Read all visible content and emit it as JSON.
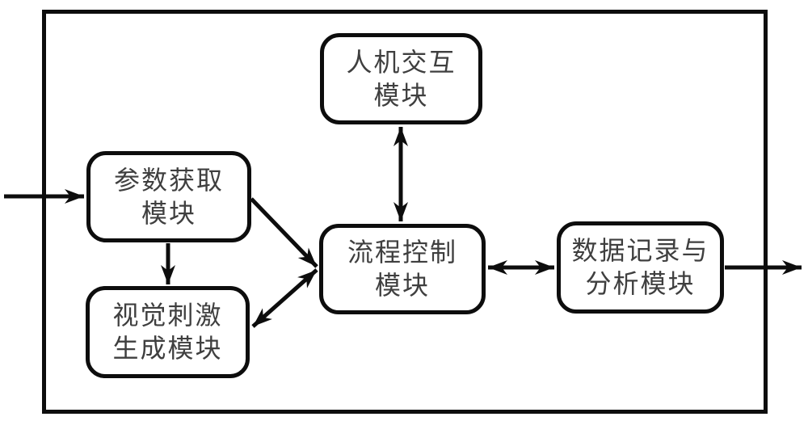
{
  "nodes": {
    "hmi": {
      "label": "人机交互\n模块"
    },
    "param": {
      "label": "参数获取\n模块"
    },
    "visual": {
      "label": "视觉刺激\n生成模块"
    },
    "flow": {
      "label": "流程控制\n模块"
    },
    "data": {
      "label": "数据记录与\n分析模块"
    }
  },
  "connections": [
    {
      "from": "external-input",
      "to": "param",
      "type": "unidirectional"
    },
    {
      "from": "param",
      "to": "visual",
      "type": "unidirectional"
    },
    {
      "from": "param",
      "to": "flow",
      "type": "unidirectional"
    },
    {
      "from": "visual",
      "to": "flow",
      "type": "bidirectional"
    },
    {
      "from": "hmi",
      "to": "flow",
      "type": "bidirectional"
    },
    {
      "from": "flow",
      "to": "data",
      "type": "bidirectional"
    },
    {
      "from": "data",
      "to": "external-output",
      "type": "unidirectional"
    }
  ],
  "colors": {
    "line": "#0d0d0d",
    "text": "#3f3f3f",
    "background": "#ffffff"
  }
}
